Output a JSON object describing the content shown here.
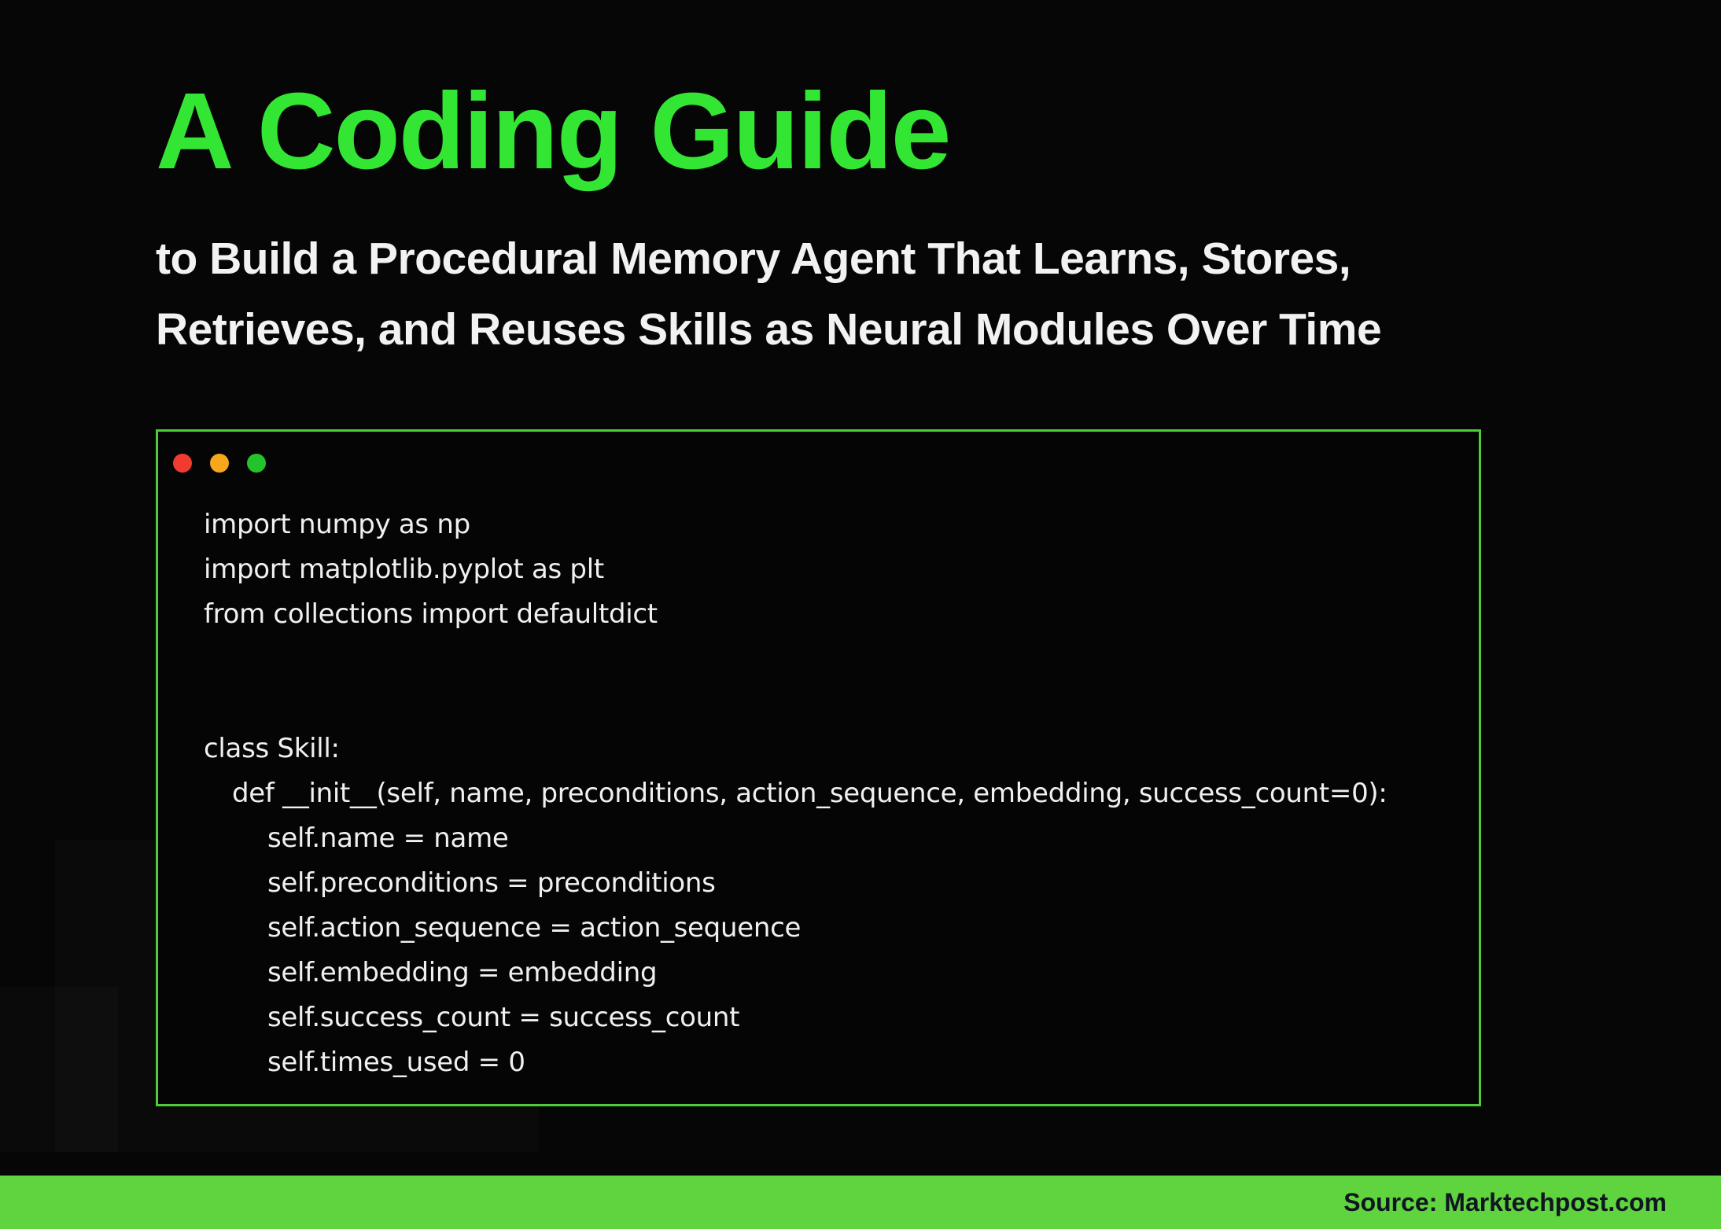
{
  "poster": {
    "title": "A Coding Guide",
    "subtitle": {
      "line1": "to Build a Procedural Memory Agent That Learns, Stores,",
      "line2": "Retrieves, and Reuses Skills as Neural Modules Over Time"
    }
  },
  "code_window": {
    "controls": [
      {
        "name": "close",
        "color": "#f23b30"
      },
      {
        "name": "minimize",
        "color": "#f6a81c"
      },
      {
        "name": "zoom",
        "color": "#24c32b"
      }
    ],
    "lines": [
      {
        "text": "import numpy as np",
        "indent": 0
      },
      {
        "text": "import matplotlib.pyplot as plt",
        "indent": 0
      },
      {
        "text": "from collections import defaultdict",
        "indent": 0
      },
      {
        "text": "",
        "indent": 0
      },
      {
        "text": "",
        "indent": 0
      },
      {
        "text": "class Skill:",
        "indent": 0
      },
      {
        "text": "def __init__(self, name, preconditions, action_sequence, embedding, success_count=0):",
        "indent": 1
      },
      {
        "text": "self.name = name",
        "indent": 2
      },
      {
        "text": "self.preconditions = preconditions",
        "indent": 2
      },
      {
        "text": "self.action_sequence = action_sequence",
        "indent": 2
      },
      {
        "text": "self.embedding = embedding",
        "indent": 2
      },
      {
        "text": "self.success_count = success_count",
        "indent": 2
      },
      {
        "text": "self.times_used = 0",
        "indent": 2
      }
    ]
  },
  "footer": {
    "source_label": "Source: Marktechpost.com"
  },
  "colors": {
    "title_green": "#33e633",
    "border_green": "#4bcc38",
    "footer_green": "#5fd43e",
    "traffic_red": "#f23b30",
    "traffic_amber": "#f6a81c",
    "traffic_green": "#24c32b",
    "code_text": "#f0f0f0",
    "subtitle_text": "#f2f2f2",
    "footer_text": "#101522",
    "background": "#060606"
  }
}
